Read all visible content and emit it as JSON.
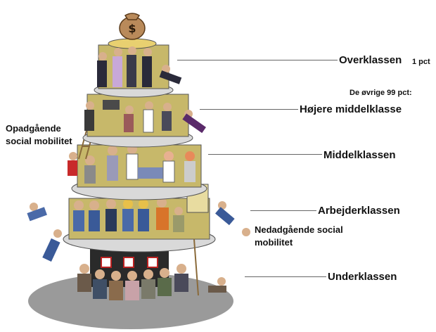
{
  "labels": {
    "overklassen": "Overklassen",
    "one_pct": "1 pct",
    "ovrige": "De øvrige 99 pct:",
    "hojere": "Højere middelklasse",
    "middelklassen": "Middelklassen",
    "arbejderklassen": "Arbejderklassen",
    "underklassen": "Underklassen",
    "opadgaende_line1": "Opadgående",
    "opadgaende_line2": "social mobilitet",
    "nedadgaende_line1": "Nedadgående social",
    "nedadgaende_line2": "mobilitet"
  },
  "icons": {
    "money_bag": "money-bag-icon",
    "dollar_glyph": "$"
  },
  "colors": {
    "tier_wall": "#c7b86a",
    "tier_disc": "#d9d9d9",
    "base_shadow": "#9a9a9a",
    "bag": "#b98a5a",
    "text": "#111111",
    "leader": "#666666"
  }
}
